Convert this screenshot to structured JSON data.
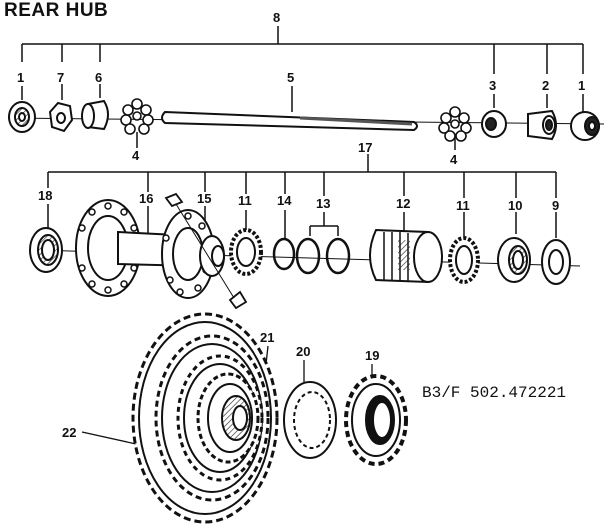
{
  "title": "REAR HUB",
  "part_code": "B3/F 502.472221",
  "callouts": {
    "c1a": "1",
    "c7": "7",
    "c6": "6",
    "c5": "5",
    "c8": "8",
    "c3": "3",
    "c2": "2",
    "c1b": "1",
    "c4a": "4",
    "c4b": "4",
    "c17": "17",
    "c18": "18",
    "c16": "16",
    "c15": "15",
    "c11a": "11",
    "c14": "14",
    "c13": "13",
    "c12": "12",
    "c11b": "11",
    "c10": "10",
    "c9": "9",
    "c21": "21",
    "c20": "20",
    "c19": "19",
    "c22": "22"
  }
}
